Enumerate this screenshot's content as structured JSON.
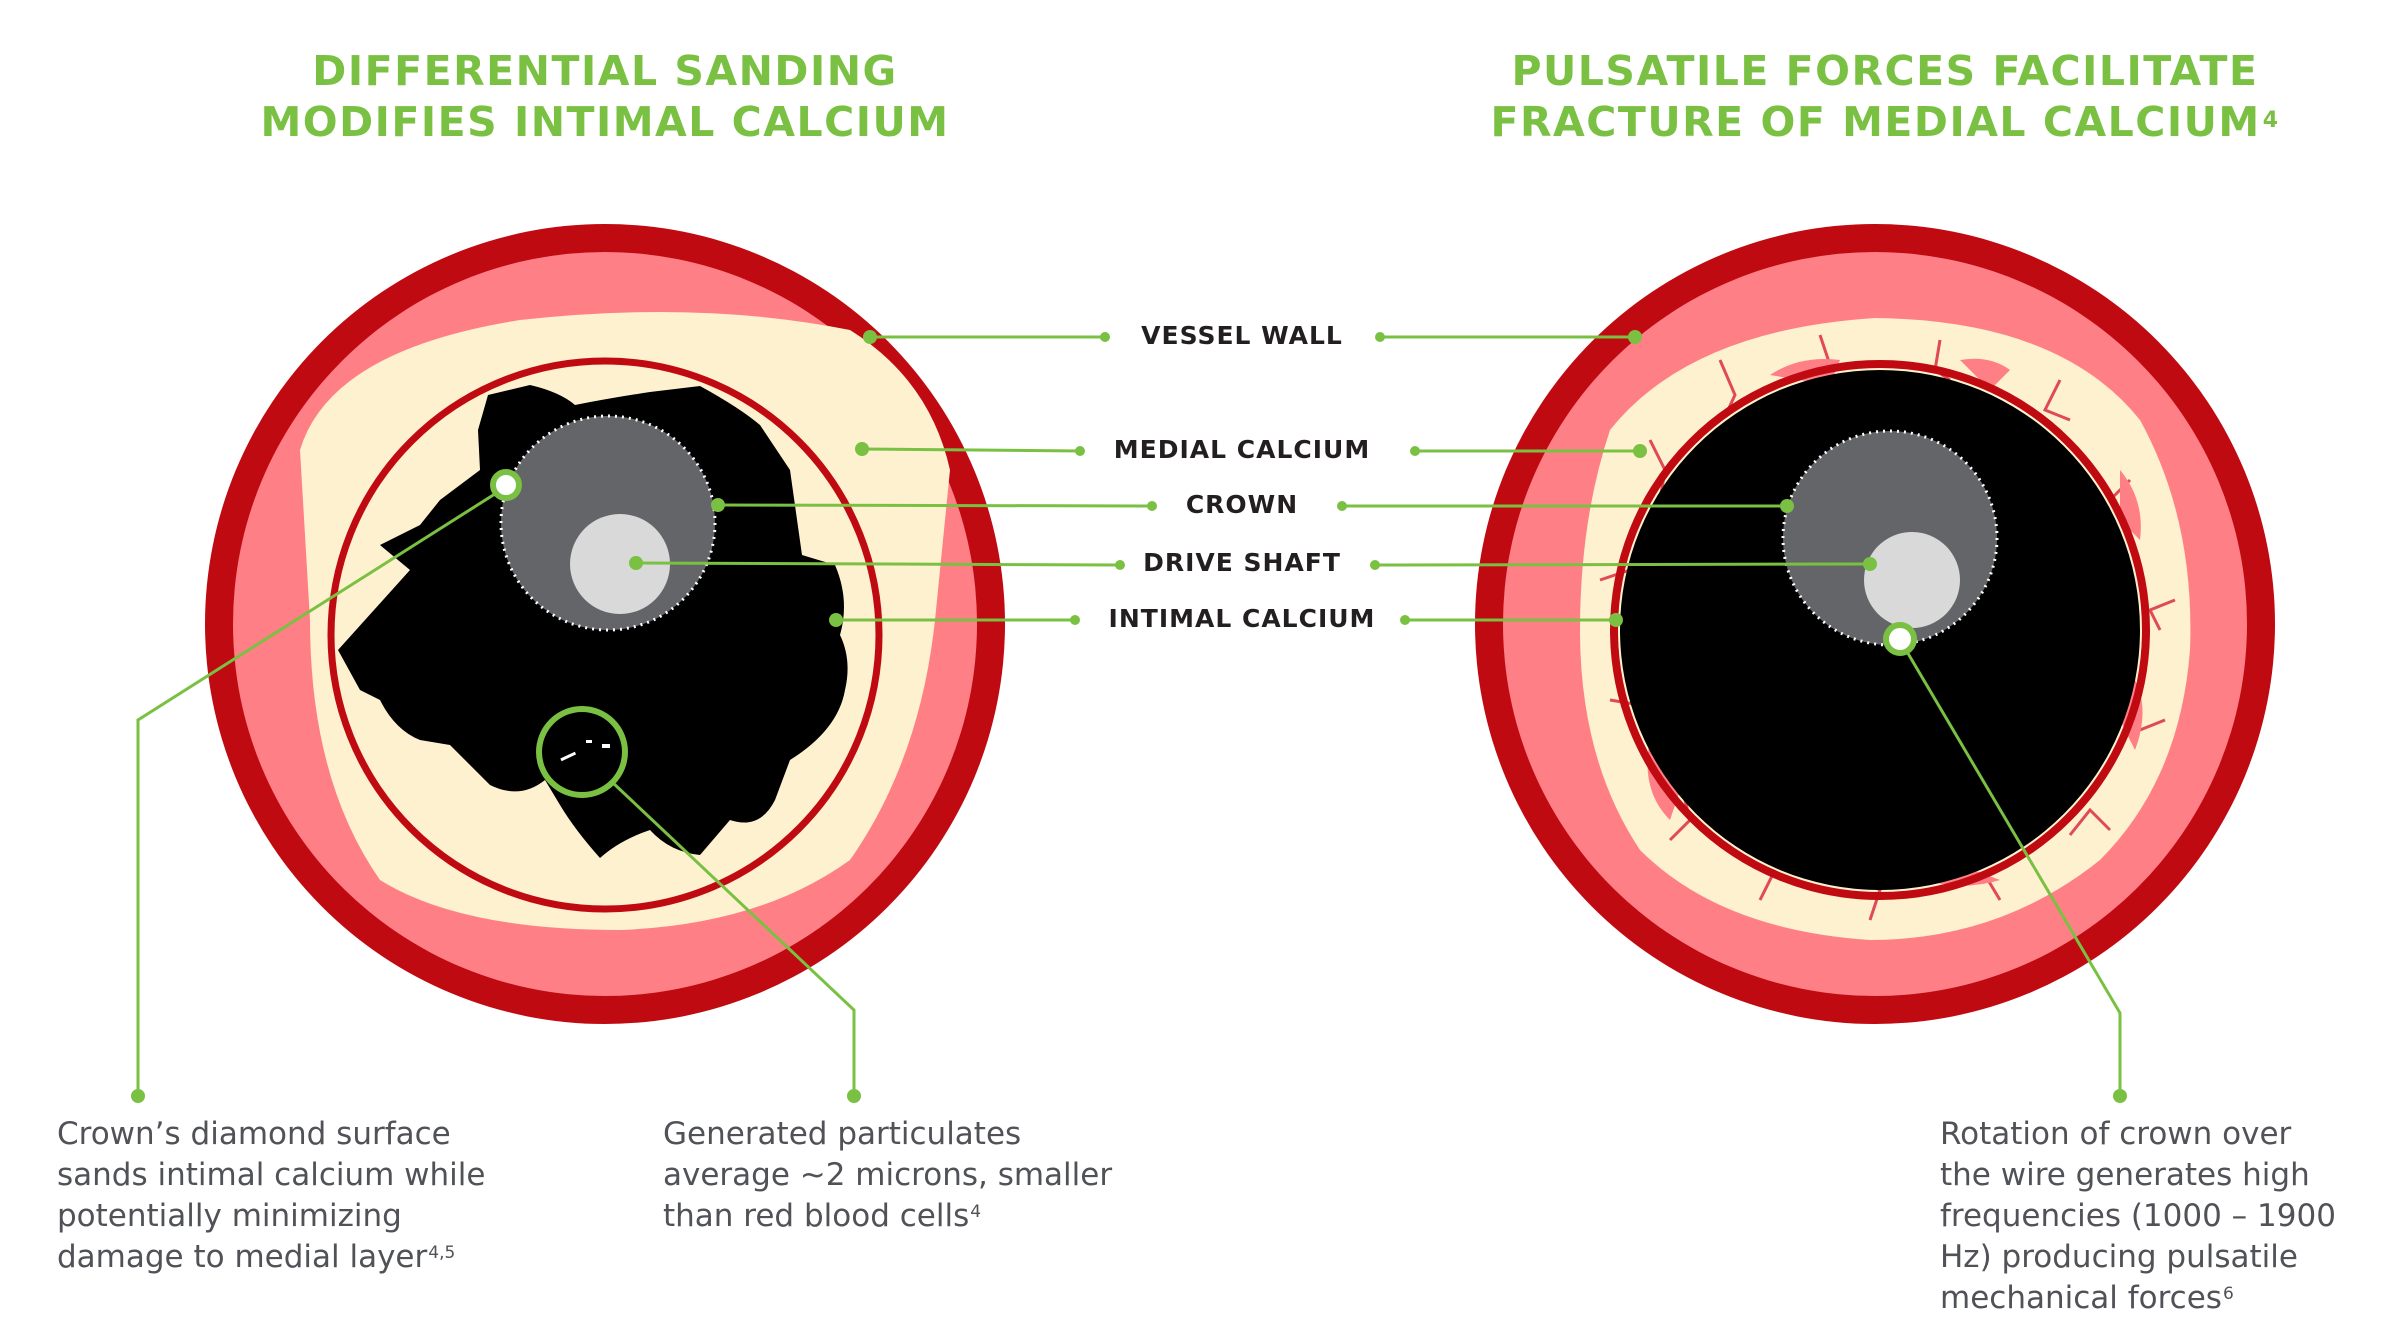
{
  "titles": {
    "left": {
      "line1": "DIFFERENTIAL SANDING",
      "line2": "MODIFIES INTIMAL CALCIUM"
    },
    "right": {
      "line1": "PULSATILE FORCES FACILITATE",
      "line2": "FRACTURE OF MEDIAL CALCIUM",
      "superscript": "4"
    }
  },
  "legend": {
    "vessel_wall": "VESSEL WALL",
    "medial_calcium": "MEDIAL CALCIUM",
    "crown": "CROWN",
    "drive_shaft": "DRIVE SHAFT",
    "intimal_calcium": "INTIMAL CALCIUM"
  },
  "captions": {
    "sanding": {
      "line1": "Crown’s diamond surface",
      "line2": "sands intimal calcium while",
      "line3": "potentially minimizing",
      "line4": "damage to medial layer",
      "superscript": "4,5"
    },
    "particulates": {
      "line1": "Generated particulates",
      "line2": "average ~2 microns, smaller",
      "line3": "than red blood cells",
      "superscript": "4"
    },
    "rotation": {
      "line1": "Rotation of crown over",
      "line2": "the wire generates high",
      "line3": "frequencies (1000 – 1900",
      "line4": "Hz) producing pulsatile",
      "line5": "mechanical forces",
      "superscript": "6"
    }
  },
  "colors": {
    "accent_green": "#7ac043",
    "vessel_wall_red": "#c00a12",
    "medial_pink": "#ff7f86",
    "calcium_cream": "#fdf1cf",
    "lumen_black": "#000000",
    "crown_gray": "#636569",
    "drive_shaft_gray": "#d9d9d9",
    "label_text": "#231f20",
    "caption_text": "#505257"
  }
}
